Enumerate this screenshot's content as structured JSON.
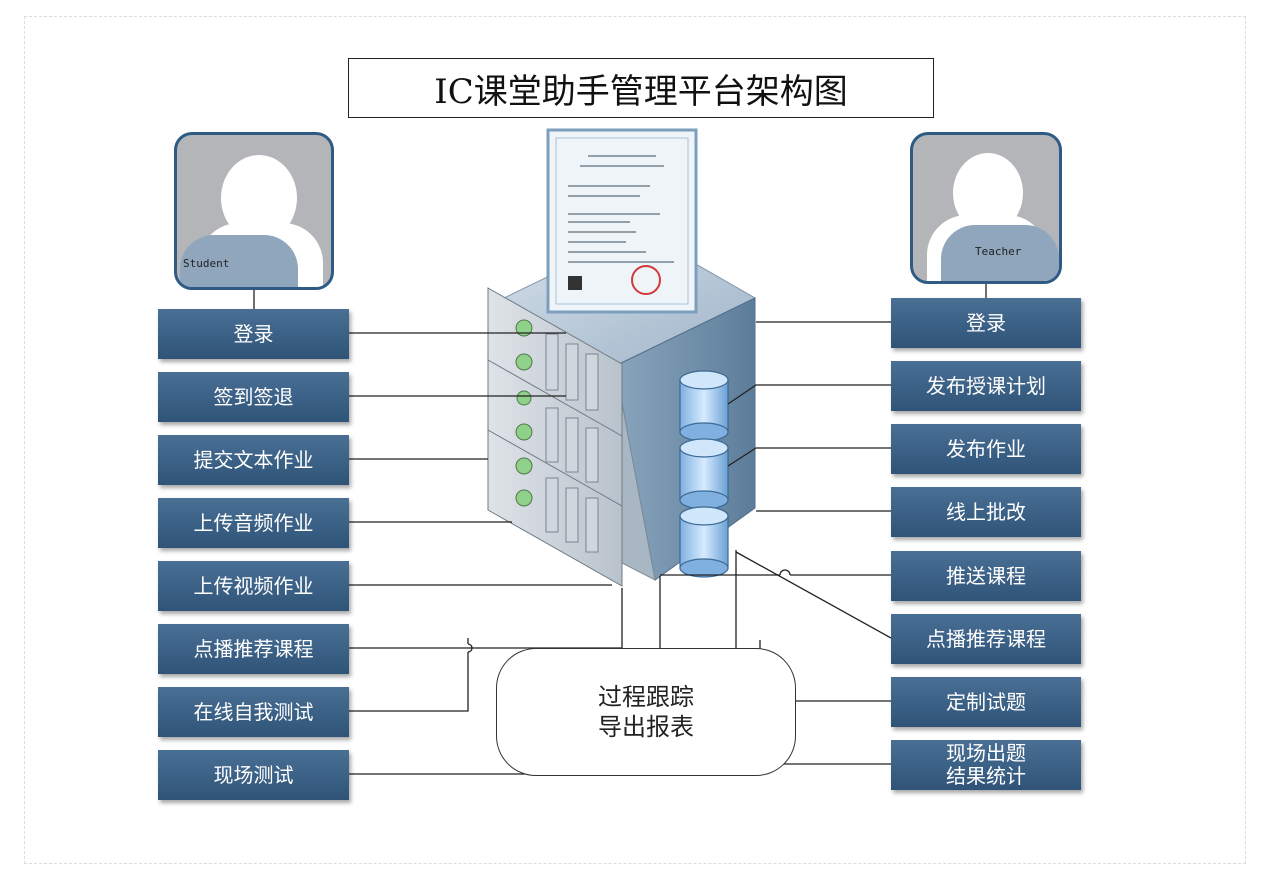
{
  "title": "IC课堂助手管理平台架构图",
  "student": {
    "label": "Student",
    "items": [
      {
        "label": "登录"
      },
      {
        "label": "签到签退"
      },
      {
        "label": "提交文本作业"
      },
      {
        "label": "上传音频作业"
      },
      {
        "label": "上传视频作业"
      },
      {
        "label": "点播推荐课程"
      },
      {
        "label": "在线自我测试"
      },
      {
        "label": "现场测试"
      }
    ]
  },
  "teacher": {
    "label": "Teacher",
    "items": [
      {
        "label": "登录"
      },
      {
        "label": "发布授课计划"
      },
      {
        "label": "发布作业"
      },
      {
        "label": "线上批改"
      },
      {
        "label": "推送课程"
      },
      {
        "label": "点播推荐课程"
      },
      {
        "label": "定制试题"
      },
      {
        "label": "现场出题\n结果统计"
      }
    ]
  },
  "tracker": {
    "line1": "过程跟踪",
    "line2": "导出报表"
  },
  "colors": {
    "button": "#3a6089",
    "avatar_border": "#2e5a84",
    "server_top": "#b5c7d8",
    "server_side": "#6f8ea9"
  }
}
